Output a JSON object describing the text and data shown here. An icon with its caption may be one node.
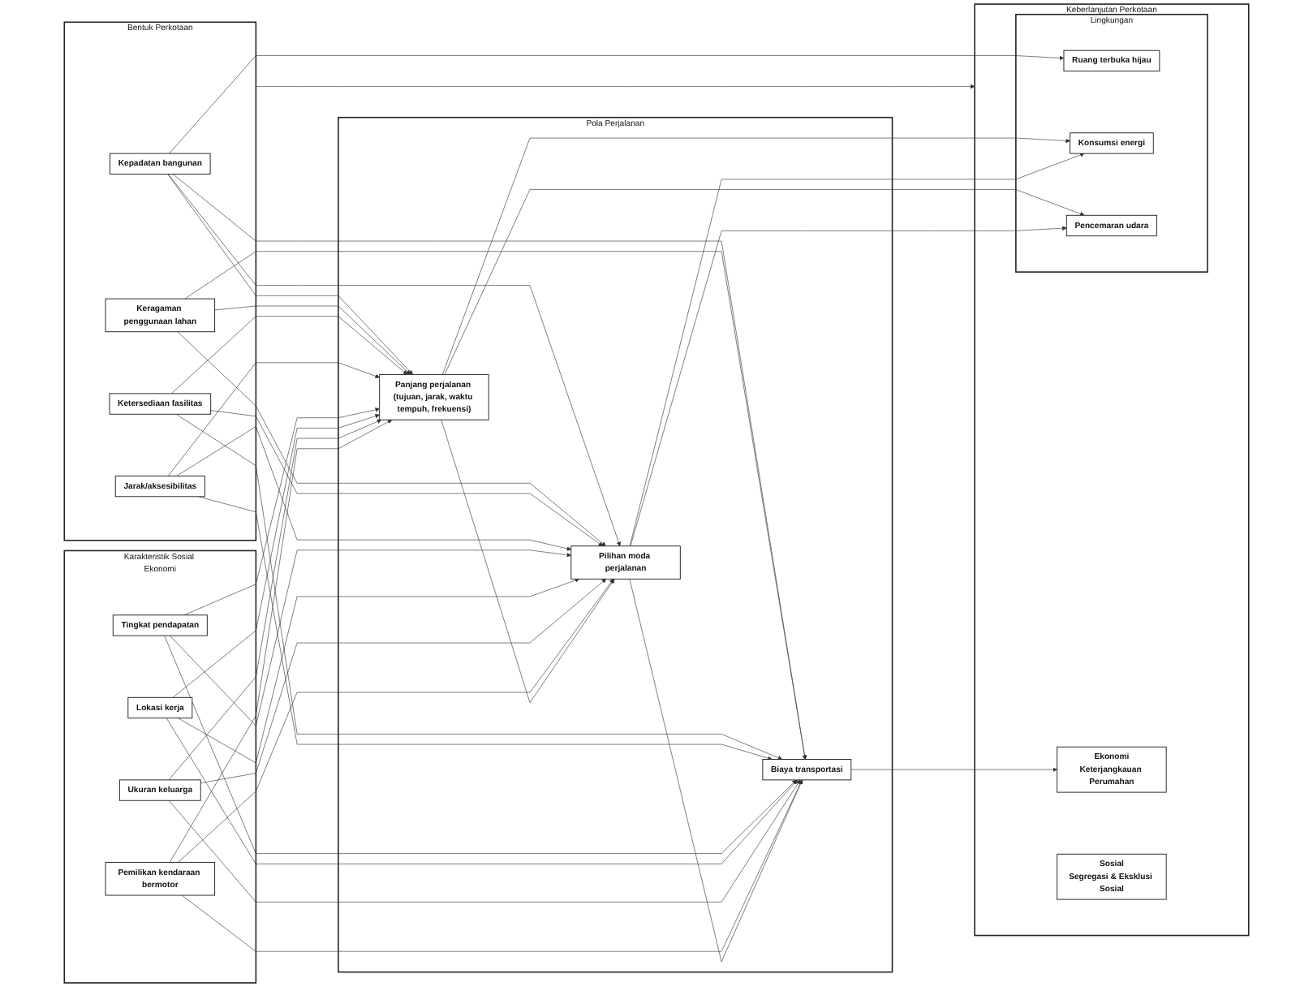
{
  "diagram": {
    "nodes": [
      {
        "text": [
          "Bentuk Perkotaan"
        ]
      },
      {
        "text": [
          "Kepadatan bangunan"
        ],
        "in": 0
      },
      {
        "text": [
          "Keragaman penggunaan lahan"
        ],
        "in": 0
      },
      {
        "text": [
          "Ketersediaan fasilitas"
        ],
        "in": 0
      },
      {
        "text": [
          "Jarak/aksesibilitas"
        ],
        "in": 0
      },
      {
        "text": [
          "Karakteristik Sosial Ekonomi"
        ]
      },
      {
        "text": [
          "Tingkat pendapatan"
        ],
        "in": 5
      },
      {
        "text": [
          "Lokasi kerja"
        ],
        "in": 5
      },
      {
        "text": [
          "Ukuran keluarga"
        ],
        "in": 5
      },
      {
        "text": [
          "Pemilikan kendaraan bermotor"
        ],
        "in": 5
      },
      {
        "text": [
          "Pola Perjalanan"
        ]
      },
      {
        "text": [
          "Panjang perjalanan (tujuan, jarak, waktu tempuh, frekuensi)"
        ],
        "in": 10
      },
      {
        "text": [
          "Pilihan moda perjalanan"
        ],
        "in": 10
      },
      {
        "text": [
          "Biaya transportasi"
        ],
        "in": 10
      },
      {
        "text": [
          "Keberlanjutan Perkotaan"
        ]
      },
      {
        "text": [
          "Lingkungan"
        ],
        "in": 14
      },
      {
        "text": [
          "Ruang terbuka hijau"
        ],
        "in": 15
      },
      {
        "text": [
          "Konsumsi energi"
        ],
        "in": 15
      },
      {
        "text": [
          "Pencemaran udara"
        ],
        "in": 15
      },
      {
        "text": [
          "Ekonomi",
          "Keterjangkauan Perumahan"
        ],
        "in": 14
      },
      {
        "text": [
          "Sosial",
          "Segregasi & Eksklusi Sosial"
        ],
        "in": 14
      }
    ],
    "edges": [
      {
        "from": 1,
        "to": 11,
        "arrow": "to"
      },
      {
        "from": 1,
        "to": 12,
        "arrow": "to"
      },
      {
        "from": 1,
        "to": 13,
        "arrow": "to"
      },
      {
        "from": 1,
        "to": 16,
        "arrow": "to"
      },
      {
        "from": 2,
        "to": 11,
        "arrow": "to"
      },
      {
        "from": 2,
        "to": 12,
        "arrow": "to"
      },
      {
        "from": 2,
        "to": 13,
        "arrow": "to"
      },
      {
        "from": 3,
        "to": 11,
        "arrow": "to"
      },
      {
        "from": 3,
        "to": 12,
        "arrow": "to"
      },
      {
        "from": 3,
        "to": 13,
        "arrow": "to"
      },
      {
        "from": 4,
        "to": 11,
        "arrow": "to"
      },
      {
        "from": 4,
        "to": 12,
        "arrow": "to"
      },
      {
        "from": 4,
        "to": 13,
        "arrow": "to"
      },
      {
        "from": 6,
        "to": 11,
        "arrow": "to"
      },
      {
        "from": 6,
        "to": 12,
        "arrow": "to"
      },
      {
        "from": 6,
        "to": 13,
        "arrow": "to"
      },
      {
        "from": 7,
        "to": 11,
        "arrow": "to"
      },
      {
        "from": 7,
        "to": 12,
        "arrow": "to"
      },
      {
        "from": 7,
        "to": 13,
        "arrow": "to"
      },
      {
        "from": 8,
        "to": 11,
        "arrow": "to"
      },
      {
        "from": 8,
        "to": 12,
        "arrow": "to"
      },
      {
        "from": 8,
        "to": 13,
        "arrow": "to"
      },
      {
        "from": 9,
        "to": 11,
        "arrow": "to"
      },
      {
        "from": 9,
        "to": 12,
        "arrow": "to"
      },
      {
        "from": 9,
        "to": 13,
        "arrow": "to"
      },
      {
        "from": 11,
        "to": 12,
        "arrow": "to"
      },
      {
        "from": 12,
        "to": 13,
        "arrow": "to"
      },
      {
        "from": 11,
        "to": 17,
        "arrow": "to"
      },
      {
        "from": 11,
        "to": 18,
        "arrow": "to"
      },
      {
        "from": 12,
        "to": 17,
        "arrow": "to"
      },
      {
        "from": 12,
        "to": 18,
        "arrow": "to"
      },
      {
        "from": 13,
        "to": 19,
        "arrow": "to"
      },
      {
        "from": 0,
        "to": 14,
        "arrow": "to"
      }
    ]
  }
}
